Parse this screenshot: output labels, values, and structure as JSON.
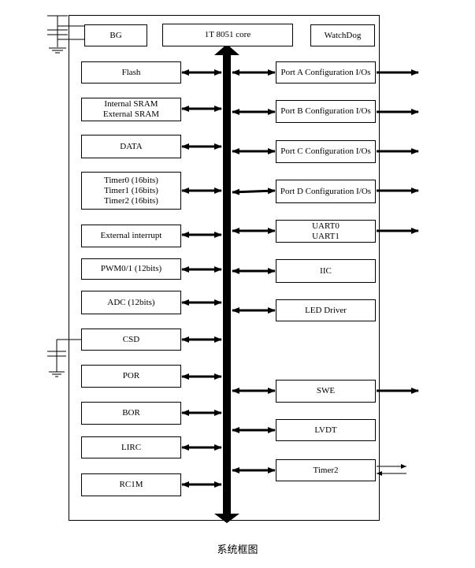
{
  "title": "系统框图",
  "top_blocks": {
    "bg": "BG",
    "core": "1T 8051 core",
    "watchdog": "WatchDog"
  },
  "left_blocks": [
    [
      "Flash"
    ],
    [
      "Internal SRAM",
      "External SRAM"
    ],
    [
      "DATA"
    ],
    [
      "Timer0 (16bits)",
      "Timer1 (16bits)",
      "Timer2 (16bits)"
    ],
    [
      "External interrupt"
    ],
    [
      "PWM0/1 (12bits)"
    ],
    [
      "ADC (12bits)"
    ],
    [
      "CSD"
    ],
    [
      "POR"
    ],
    [
      "BOR"
    ],
    [
      "LIRC"
    ],
    [
      "RC1M"
    ]
  ],
  "right_blocks": [
    [
      "Port A Configuration I/Os"
    ],
    [
      "Port B Configuration I/Os"
    ],
    [
      "Port C Configuration I/Os"
    ],
    [
      "Port D Configuration I/Os"
    ],
    [
      "UART0",
      "UART1"
    ],
    [
      "IIC"
    ],
    [
      "LED Driver"
    ],
    [
      "SWE"
    ],
    [
      "LVDT"
    ],
    [
      "Timer2"
    ]
  ]
}
